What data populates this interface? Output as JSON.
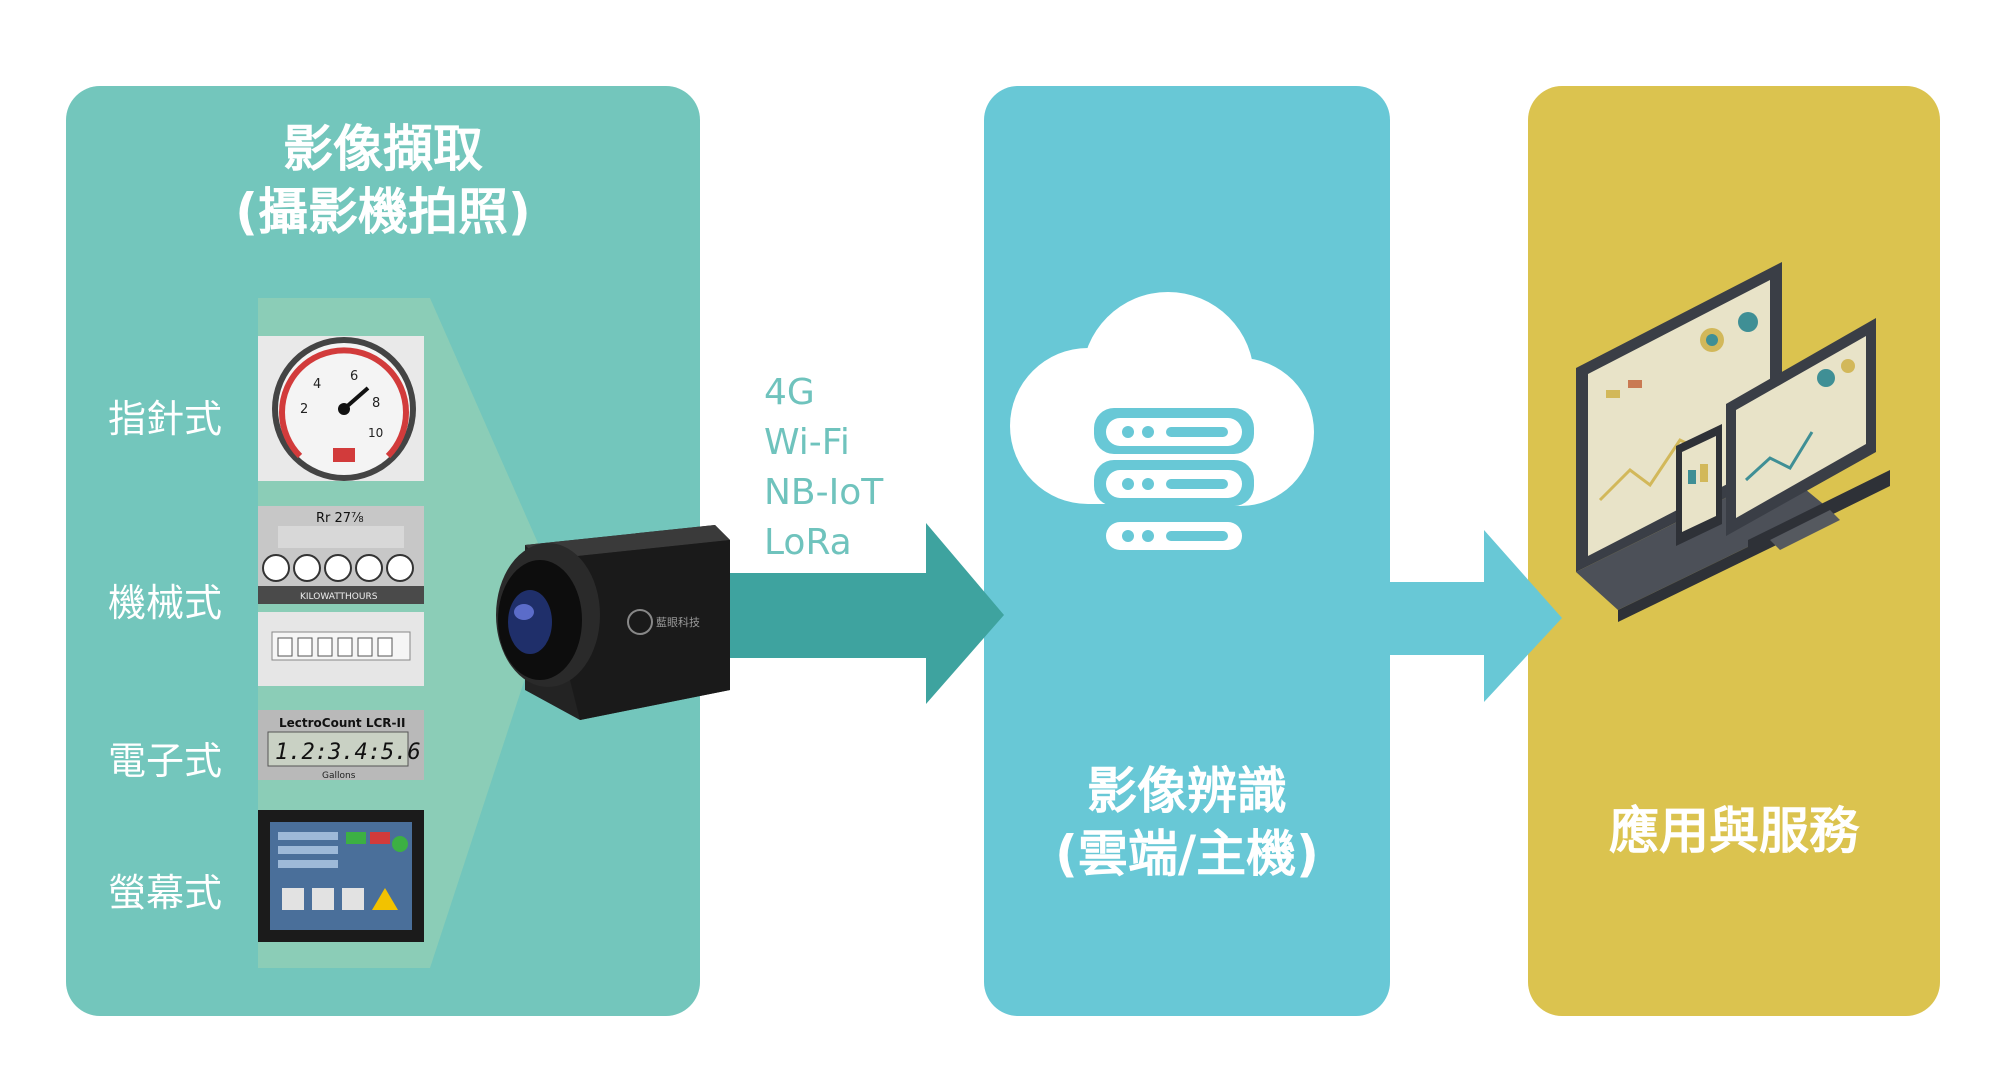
{
  "capture": {
    "title_line1": "影像擷取",
    "title_line2": "(攝影機拍照)",
    "meter_types": [
      "指針式",
      "機械式",
      "電子式",
      "螢幕式"
    ]
  },
  "connectivity": [
    "4G",
    "Wi-Fi",
    "NB-IoT",
    "LoRa"
  ],
  "recognition": {
    "title_line1": "影像辨識",
    "title_line2": "(雲端/主機)"
  },
  "service": {
    "title": "應用與服務"
  },
  "samples": {
    "mechanical_register": "Rr 27⅞",
    "mechanical_unit": "KILOWATTHOURS",
    "electronic_brand": "LectroCount LCR-II",
    "electronic_reading": "1.2:3.4:5.6",
    "electronic_unit": "Gallons"
  },
  "camera": {
    "brand": "藍眼科技"
  },
  "colors": {
    "capture_panel": "#73c6bc",
    "recognition_panel": "#68c8d6",
    "service_panel": "#dbc34f",
    "arrow_1": "#3ea39f",
    "arrow_2": "#68c8d6",
    "connectivity_text": "#6fc3bd"
  }
}
